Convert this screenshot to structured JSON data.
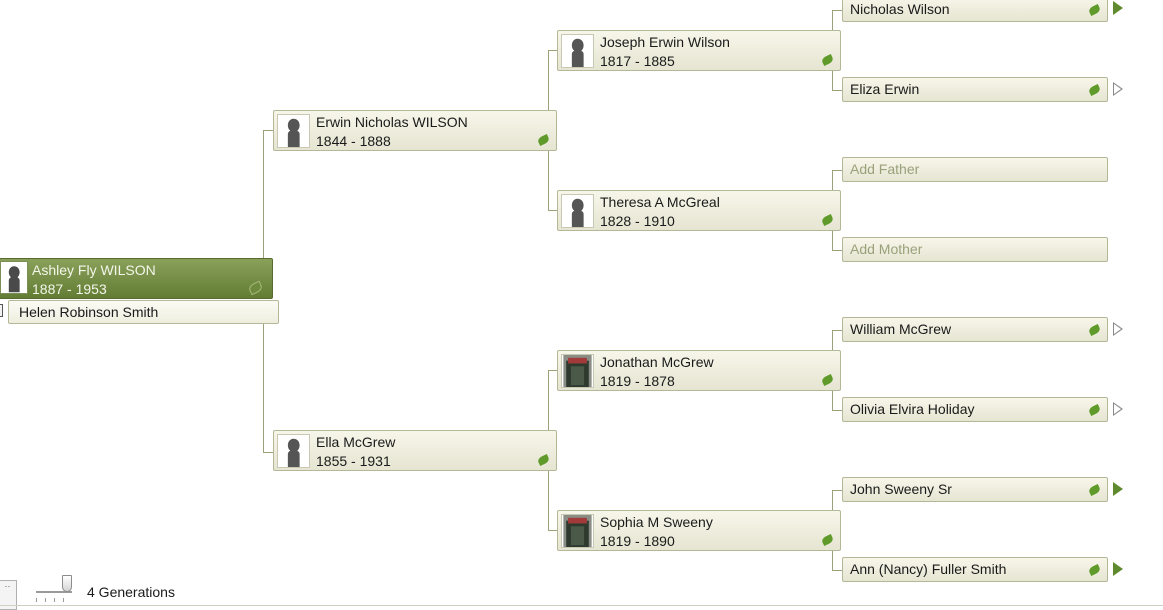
{
  "root": {
    "name": "Ashley Fly WILSON",
    "years": "1887 - 1953"
  },
  "spouse": {
    "name": "Helen Robinson Smith",
    "toggle": "▾"
  },
  "parents": [
    {
      "name": "Erwin Nicholas WILSON",
      "years": "1844 - 1888"
    },
    {
      "name": "Ella McGrew",
      "years": "1855 - 1931"
    }
  ],
  "grandparents": [
    {
      "name": "Joseph Erwin Wilson",
      "years": "1817 - 1885"
    },
    {
      "name": "Theresa A McGreal",
      "years": "1828 - 1910"
    },
    {
      "name": "Jonathan McGrew",
      "years": "1819 - 1878"
    },
    {
      "name": "Sophia M Sweeny",
      "years": "1819 - 1890"
    }
  ],
  "great_grandparents": [
    {
      "name": "Nicholas Wilson"
    },
    {
      "name": "Eliza Erwin"
    },
    {
      "name": "Add Father"
    },
    {
      "name": "Add Mother"
    },
    {
      "name": "William McGrew"
    },
    {
      "name": "Olivia Elvira Holiday"
    },
    {
      "name": "John Sweeny Sr"
    },
    {
      "name": "Ann (Nancy) Fuller Smith"
    }
  ],
  "footer": {
    "generations_label": "4 Generations",
    "corner_button": "··"
  },
  "colors": {
    "selected_card": "#6f8a3e",
    "card": "#eeeddc",
    "connector": "#9aa27a",
    "leaf": "#5f9a2b",
    "placeholder_text": "#9aa17a"
  }
}
